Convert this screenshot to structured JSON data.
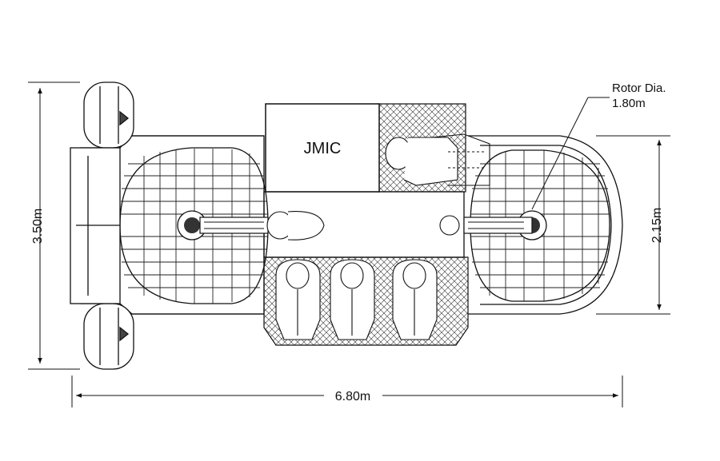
{
  "labels": {
    "pod_name": "JMIC",
    "rotor_title": "Rotor Dia.",
    "rotor_value": "1.80m",
    "overall_width": "3.50m",
    "inner_width": "2.15m",
    "overall_length": "6.80m"
  },
  "colors": {
    "line": "#111111",
    "background": "#ffffff"
  }
}
